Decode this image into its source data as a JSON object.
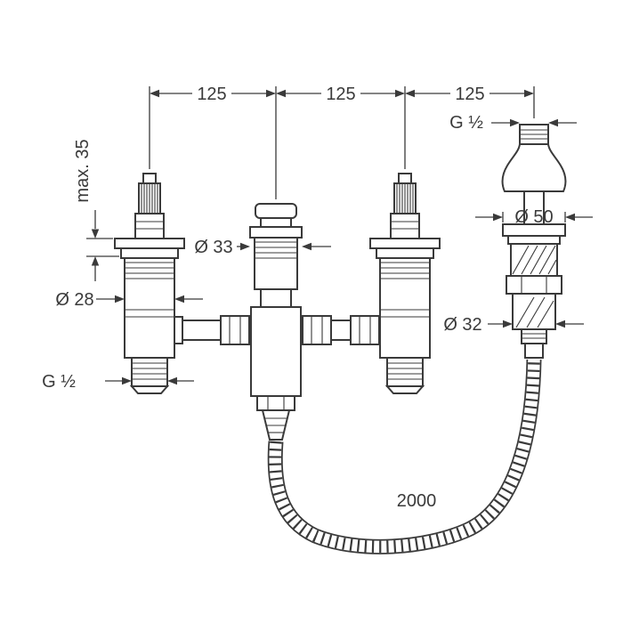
{
  "labels": {
    "dim_125_a": "125",
    "dim_125_b": "125",
    "dim_125_c": "125",
    "max_height": "max. 35",
    "dia_33": "Ø 33",
    "dia_28": "Ø 28",
    "thread_left": "G ½",
    "thread_right": "G ½",
    "dia_50": "Ø 50",
    "dia_32": "Ø 32",
    "hose_length": "2000"
  },
  "colors": {
    "line": "#3a3a3a",
    "text": "#3a3a3a",
    "background": "#ffffff"
  }
}
